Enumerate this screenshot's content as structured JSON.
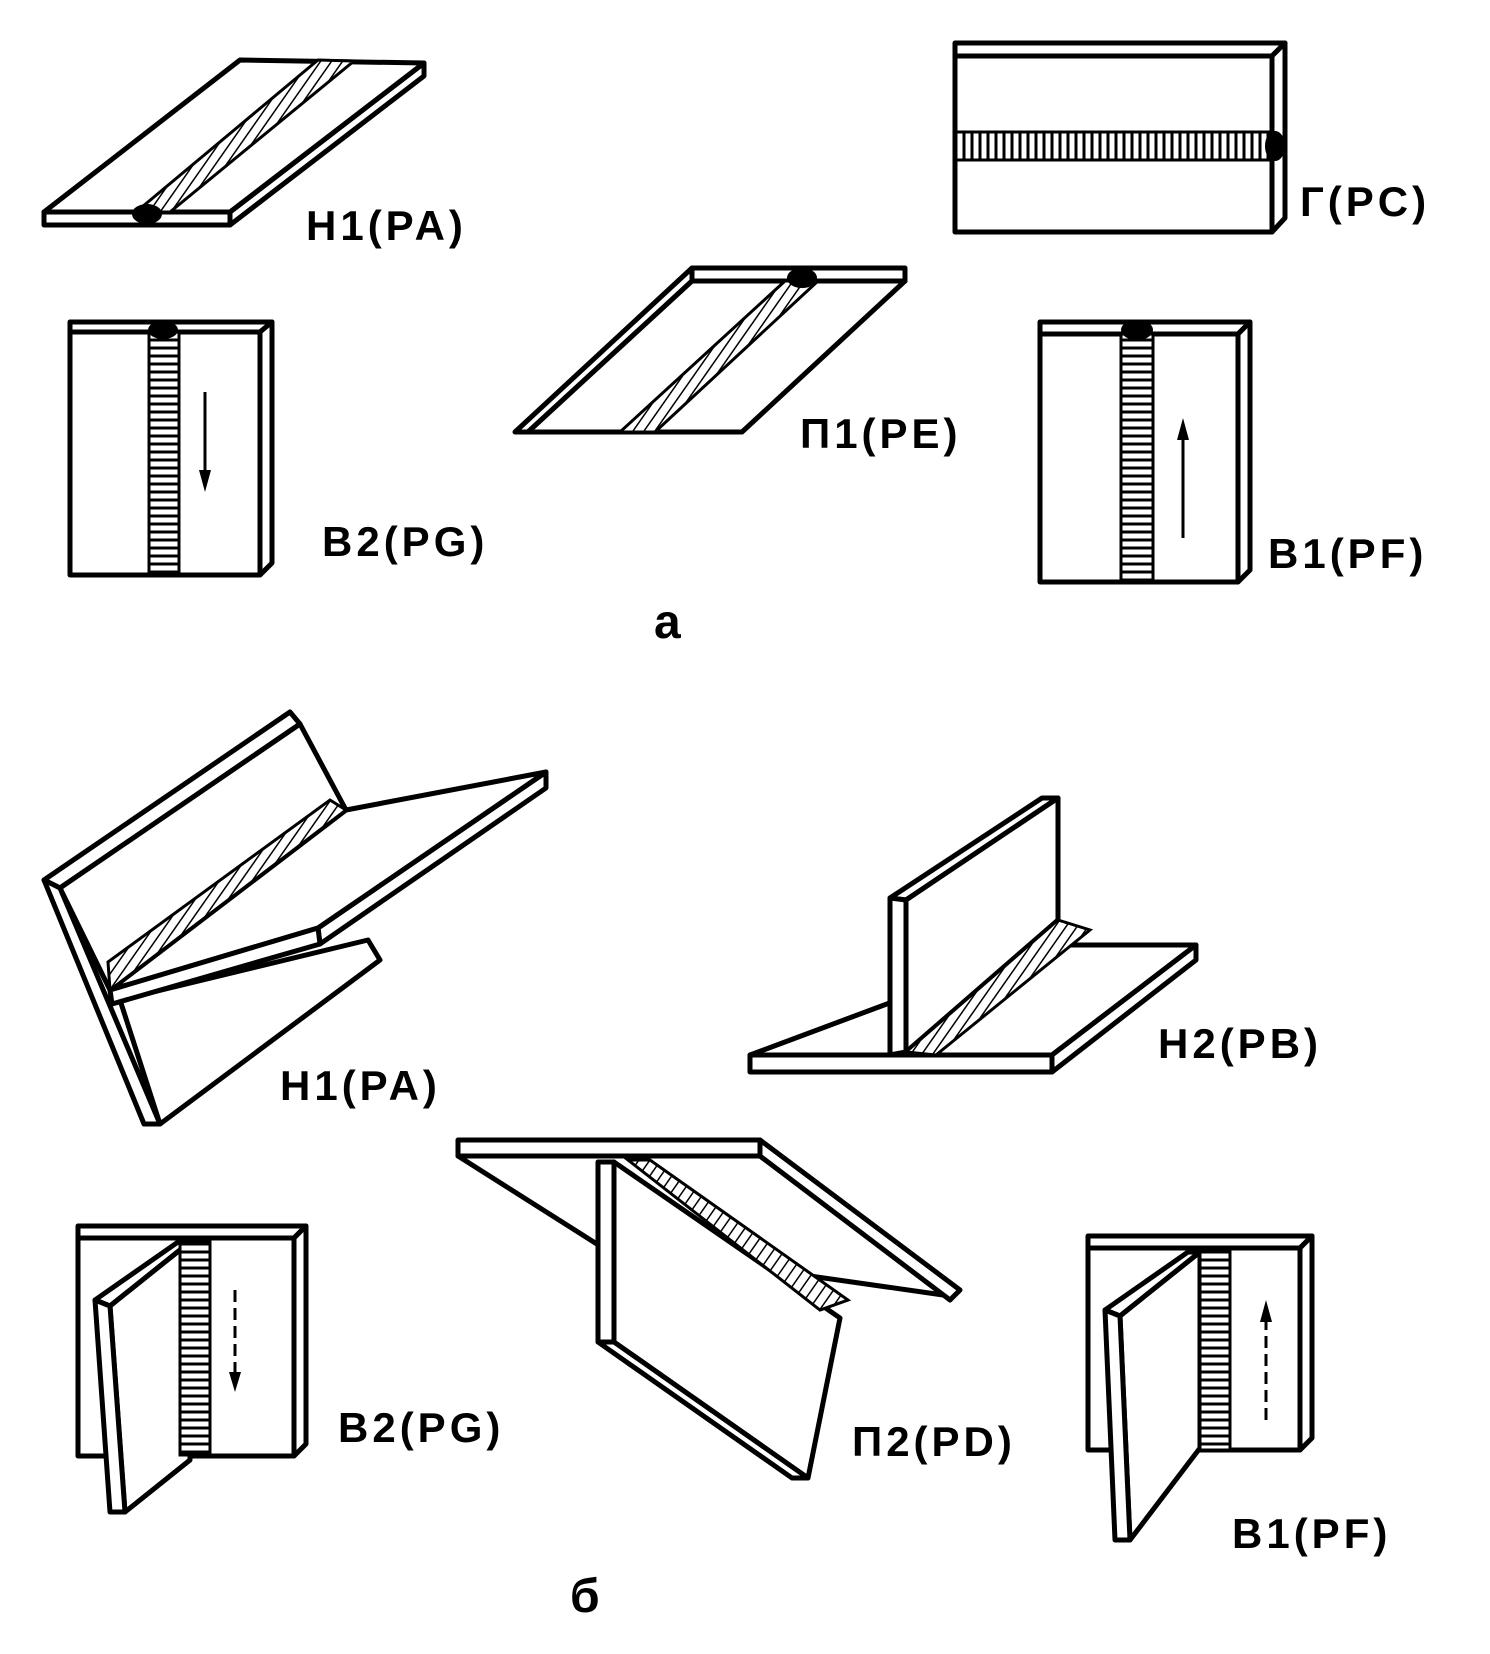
{
  "groups": {
    "a": {
      "caption": "а",
      "labels": {
        "h1": "Н1(PA)",
        "g": "Г(PC)",
        "p1": "П1(PE)",
        "v2": "В2(PG)",
        "v1": "В1(PF)"
      }
    },
    "b": {
      "caption": "б",
      "labels": {
        "h1": "Н1(PA)",
        "h2": "Н2(PB)",
        "v2": "В2(PG)",
        "p2": "П2(PD)",
        "v1": "В1(PF)"
      }
    }
  },
  "colors": {
    "ink": "#000000",
    "paper": "#ffffff"
  }
}
